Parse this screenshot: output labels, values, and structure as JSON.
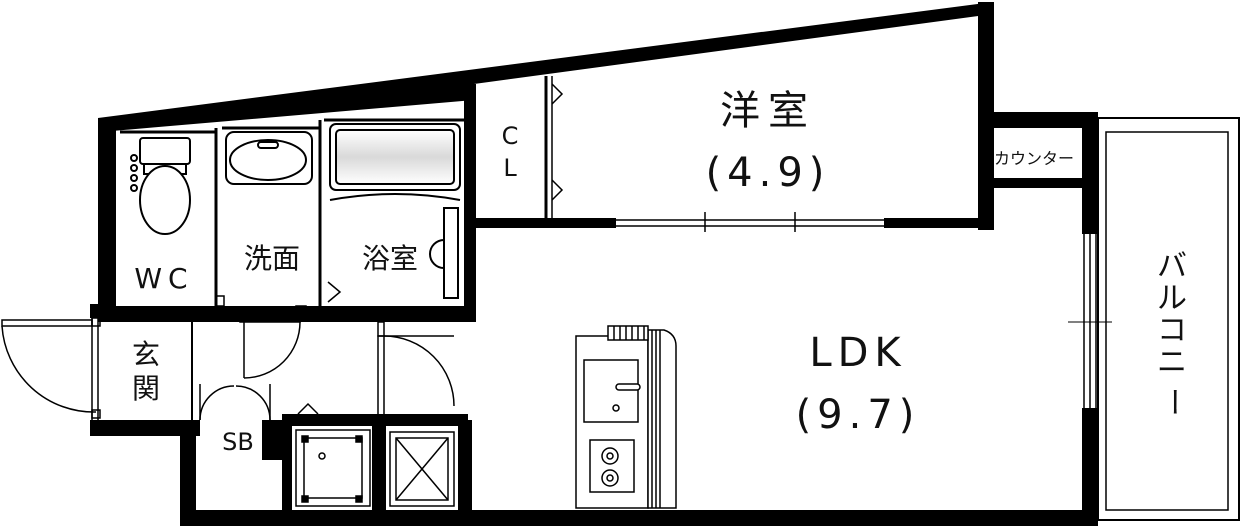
{
  "rooms": {
    "western_room": {
      "name": "洋室",
      "size": "(4.9)"
    },
    "ldk": {
      "name": "LDK",
      "size": "(9.7)"
    },
    "closet": {
      "line1": "C",
      "line2": "L"
    },
    "counter": {
      "name": "カウンター"
    },
    "wc": {
      "name": "WC"
    },
    "washroom": {
      "name": "洗面"
    },
    "bathroom": {
      "name": "浴室"
    },
    "entrance": {
      "line1": "玄",
      "line2": "関"
    },
    "shoe_box": {
      "name": "SB"
    },
    "balcony": {
      "chars": [
        "バ",
        "ル",
        "コ",
        "ニ",
        "ー"
      ]
    }
  }
}
